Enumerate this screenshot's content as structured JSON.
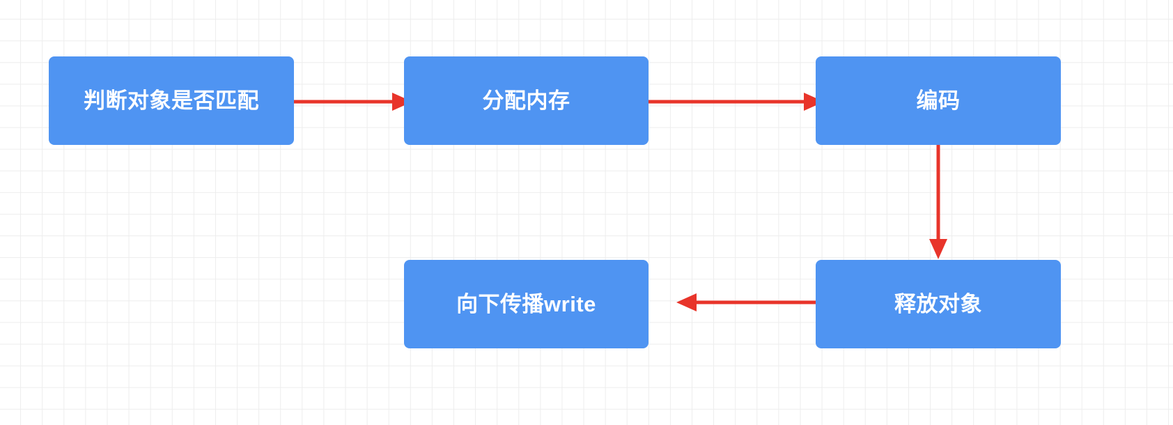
{
  "diagram": {
    "title": "",
    "background": {
      "grid": true,
      "grid_color": "#ededed",
      "grid_size": 31,
      "page_color": "#ffffff"
    },
    "colors": {
      "node_fill": "#4f94f2",
      "node_text": "#ffffff",
      "edge": "#e8342a"
    },
    "nodes": [
      {
        "id": "judge-object-match",
        "label": "判断对象是否匹配"
      },
      {
        "id": "allocate-memory",
        "label": "分配内存"
      },
      {
        "id": "encode",
        "label": "编码"
      },
      {
        "id": "propagate-write",
        "label": "向下传播write"
      },
      {
        "id": "release-object",
        "label": "释放对象"
      }
    ],
    "edges": [
      {
        "id": "e1",
        "from": "judge-object-match",
        "to": "allocate-memory",
        "direction": "right",
        "label": ""
      },
      {
        "id": "e2",
        "from": "allocate-memory",
        "to": "encode",
        "direction": "right",
        "label": ""
      },
      {
        "id": "e3",
        "from": "encode",
        "to": "release-object",
        "direction": "down",
        "label": ""
      },
      {
        "id": "e4",
        "from": "release-object",
        "to": "propagate-write",
        "direction": "left",
        "label": ""
      }
    ]
  }
}
